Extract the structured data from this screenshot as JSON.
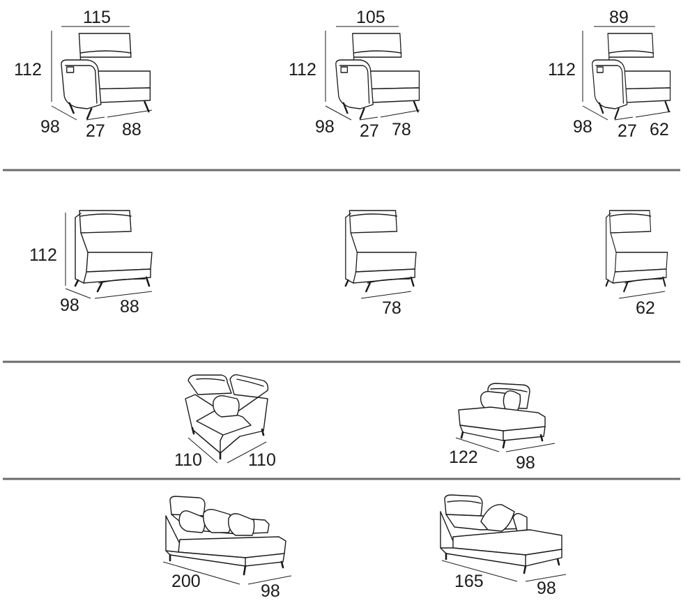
{
  "colors": {
    "line": "#1a1a1a",
    "separator": "#6b6b6b",
    "background": "#ffffff"
  },
  "rows": [
    {
      "modules": [
        {
          "top": "115",
          "height": "112",
          "depth": "98",
          "arm": "27",
          "seat": "88"
        },
        {
          "top": "105",
          "height": "112",
          "depth": "98",
          "arm": "27",
          "seat": "78"
        },
        {
          "top": "89",
          "height": "112",
          "depth": "98",
          "arm": "27",
          "seat": "62"
        }
      ]
    },
    {
      "modules": [
        {
          "height": "112",
          "depth": "98",
          "width": "88"
        },
        {
          "width": "78"
        },
        {
          "width": "62"
        }
      ]
    },
    {
      "modules": [
        {
          "left": "110",
          "right": "110"
        },
        {
          "length": "122",
          "depth": "98"
        }
      ]
    },
    {
      "modules": [
        {
          "length": "200",
          "depth": "98"
        },
        {
          "length": "165",
          "depth": "98"
        }
      ]
    }
  ]
}
